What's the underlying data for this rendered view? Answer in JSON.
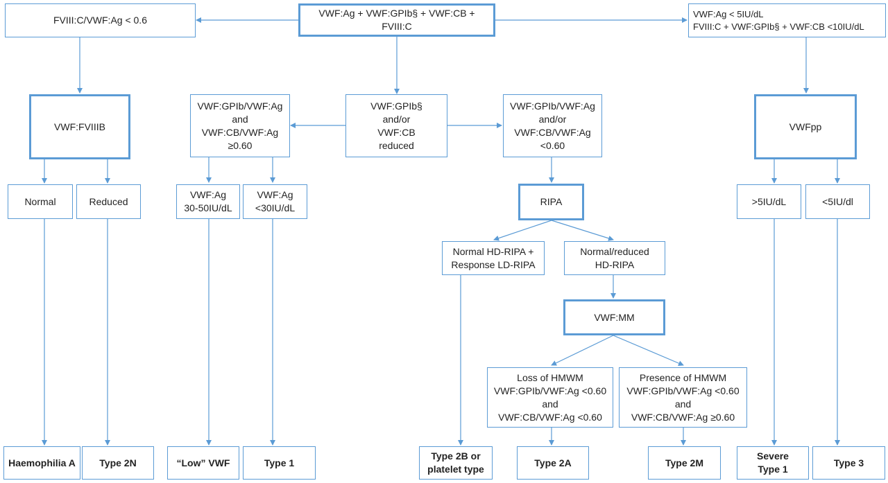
{
  "colors": {
    "accent": "#5b9bd5",
    "text": "#222222",
    "background": "#ffffff"
  },
  "nodes": {
    "top": {
      "text": "VWF:Ag + VWF:GPIb§ + VWF:CB + FVIII:C"
    },
    "fviii_ratio": {
      "text": "FVIII:C/VWF:Ag  < 0.6"
    },
    "very_low": {
      "text": "VWF:Ag < 5IU/dL\nFVIII:C + VWF:GPIb§ + VWF:CB <10IU/dL"
    },
    "fviiib": {
      "text": "VWF:FVIIIB"
    },
    "ratio_high": {
      "text": "VWF:GPIb/VWF:Ag\nand\nVWF:CB/VWF:Ag\n≥0.60"
    },
    "reduced_activity": {
      "text": "VWF:GPIb§\nand/or\nVWF:CB\nreduced"
    },
    "ratio_low": {
      "text": "VWF:GPIb/VWF:Ag\nand/or\nVWF:CB/VWF:Ag\n<0.60"
    },
    "vwfpp": {
      "text": "VWFpp"
    },
    "normal": {
      "text": "Normal"
    },
    "reduced": {
      "text": "Reduced"
    },
    "ag_30_50": {
      "text": "VWF:Ag\n30-50IU/dL"
    },
    "ag_lt30": {
      "text": "VWF:Ag\n<30IU/dL"
    },
    "ripa": {
      "text": "RIPA"
    },
    "pp_gt5": {
      "text": ">5IU/dL"
    },
    "pp_lt5": {
      "text": "<5IU/dl"
    },
    "hd_ripa_normal": {
      "text": "Normal  HD-RIPA +\nResponse LD-RIPA"
    },
    "hd_ripa_reduced": {
      "text": "Normal/reduced\nHD-RIPA"
    },
    "vwfmm": {
      "text": "VWF:MM"
    },
    "loss_hmwm": {
      "text": "Loss of HMWM\nVWF:GPIb/VWF:Ag  <0.60\nand\nVWF:CB/VWF:Ag <0.60"
    },
    "presence_hmwm": {
      "text": "Presence of HMWM\nVWF:GPIb/VWF:Ag  <0.60\nand\nVWF:CB/VWF:Ag ≥0.60"
    },
    "haemophilia_a": {
      "text": "Haemophilia A"
    },
    "type_2n": {
      "text": "Type 2N"
    },
    "low_vwf": {
      "text": "“Low” VWF"
    },
    "type_1": {
      "text": "Type 1"
    },
    "type_2b": {
      "text": "Type 2B or\nplatelet type"
    },
    "type_2a": {
      "text": "Type 2A"
    },
    "type_2m": {
      "text": "Type 2M"
    },
    "severe_type_1": {
      "text": "Severe\nType 1"
    },
    "type_3": {
      "text": "Type 3"
    }
  }
}
